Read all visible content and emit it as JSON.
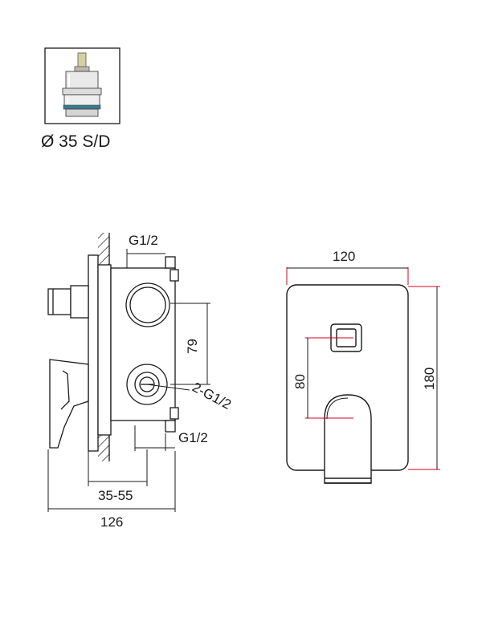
{
  "cartridge": {
    "label": "Ø 35 S/D"
  },
  "side_view": {
    "dim_top_inlet": "G1/2",
    "dim_vertical": "79",
    "dim_outlets": "2-G1/2",
    "dim_bottom_inlet": "G1/2",
    "dim_depth": "35-55",
    "dim_total": "126"
  },
  "front_view": {
    "dim_width": "120",
    "dim_height": "180",
    "dim_spacing": "80"
  },
  "colors": {
    "line": "#1a1a1a",
    "accent": "#d4001f"
  }
}
